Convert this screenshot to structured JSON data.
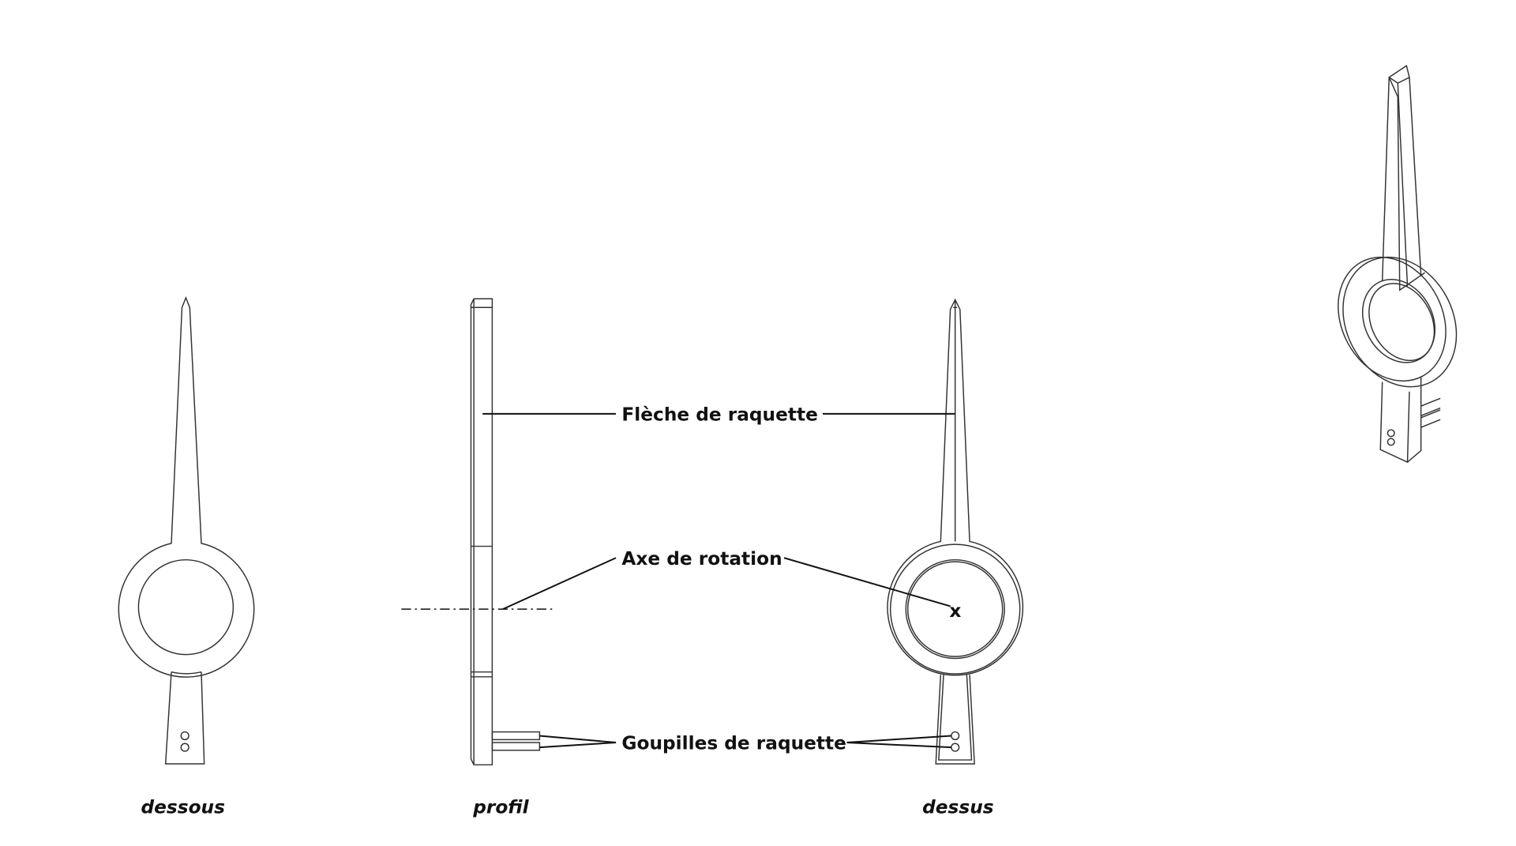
{
  "labels": {
    "arrow": "Flèche de raquette",
    "axis": "Axe de rotation",
    "axis_marker": "x",
    "pins": "Goupilles de raquette"
  },
  "captions": {
    "bottom": "dessous",
    "profile": "profil",
    "top": "dessus"
  }
}
